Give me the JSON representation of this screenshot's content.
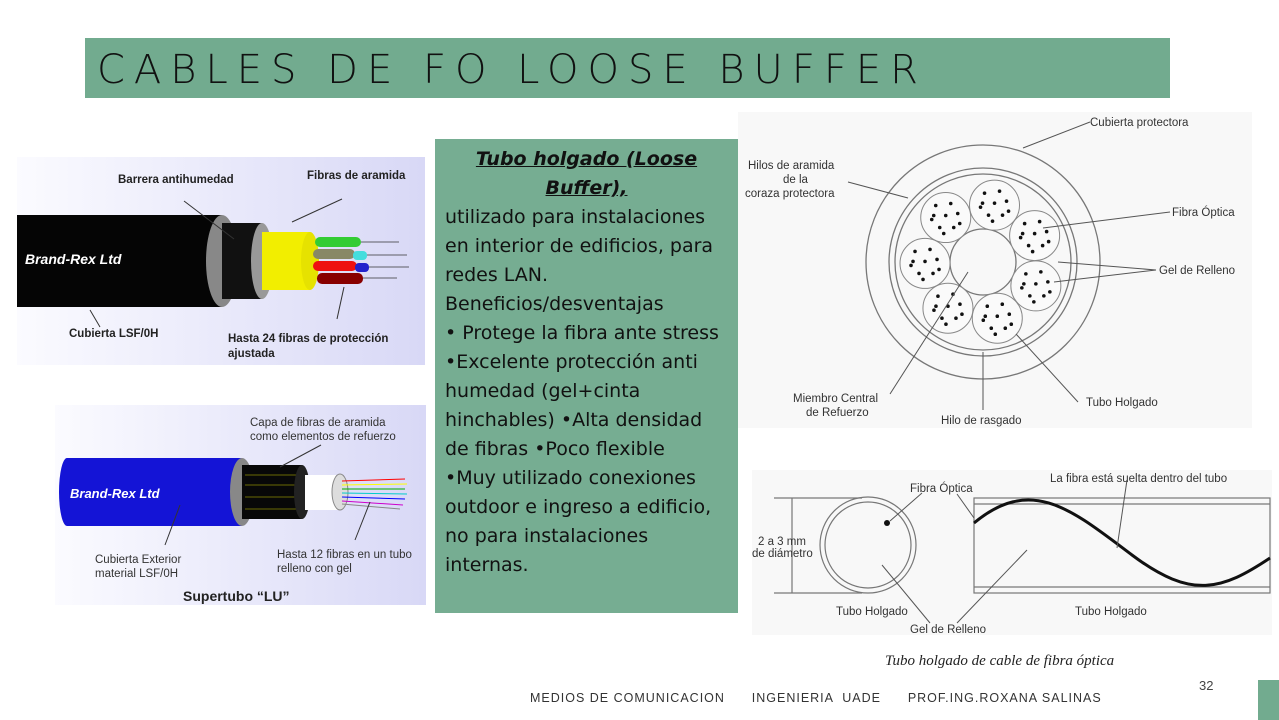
{
  "title": "CABLES DE FO LOOSE BUFFER",
  "textbox": {
    "heading": "Tubo holgado (Loose Buffer),",
    "lines": [
      "utilizado para instalaciones en interior de edificios, para redes LAN.",
      "Beneficios/desventajas",
      "• Protege la fibra ante stress",
      "•Excelente protección anti humedad (gel+cinta hinchables) •Alta densidad de fibras •Poco flexible",
      "•Muy utilizado conexiones outdoor e ingreso a edificio, no para instalaciones internas."
    ]
  },
  "figure1": {
    "brand": "Brand-Rex Ltd",
    "labels": {
      "barrera": "Barrera antihumedad",
      "aramida": "Fibras de aramida",
      "cubierta": "Cubierta LSF/0H",
      "hasta1": "Hasta 24 fibras de protección",
      "hasta2": "ajustada"
    }
  },
  "figure2": {
    "brand": "Brand-Rex Ltd",
    "labels": {
      "capa1": "Capa de fibras de aramida",
      "capa2": "como elementos de refuerzo",
      "cub1": "Cubierta Exterior",
      "cub2": "material LSF/0H",
      "hasta1": "Hasta 12 fibras en un tubo",
      "hasta2": "relleno con gel",
      "caption": "Supertubo “LU”"
    }
  },
  "figure3": {
    "labels": {
      "cubierta": "Cubierta protectora",
      "hilos1": "Hilos de aramida",
      "hilos2": "de la",
      "hilos3": "coraza protectora",
      "fibra": "Fibra Óptica",
      "gel": "Gel de Relleno",
      "miembro1": "Miembro Central",
      "miembro2": "de Refuerzo",
      "hilo": "Hilo de rasgado",
      "tubo": "Tubo Holgado"
    }
  },
  "figure4": {
    "labels": {
      "fibra": "Fibra Óptica",
      "suelta": "La fibra está suelta dentro del tubo",
      "diam1": "2 a 3 mm",
      "diam2": "de diámetro",
      "tubo_left": "Tubo Holgado",
      "tubo_right": "Tubo Holgado",
      "gel": "Gel de Relleno"
    },
    "caption": "Tubo holgado de cable de fibra óptica"
  },
  "footer": "MEDIOS DE COMUNICACION      INGENIERIA  UADE      PROF.ING.ROXANA SALINAS",
  "page_number": "32",
  "colors": {
    "accent": "#72ab8f",
    "textbox": "#76ad92"
  }
}
